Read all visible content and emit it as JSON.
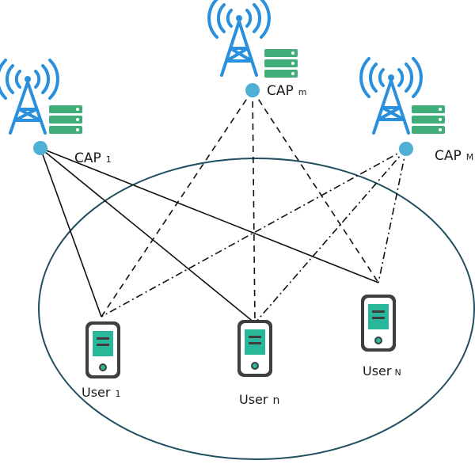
{
  "colors": {
    "tower": "#2a8fdc",
    "server": "#3fae78",
    "node": "#4fb0d6",
    "coverage": "#1f4e5f",
    "phone_body": "#3f3f3f",
    "phone_screen": "#2ab89a",
    "line": "#111111"
  },
  "caps": [
    {
      "id": "cap1",
      "label": "CAP",
      "sub": "1"
    },
    {
      "id": "capm",
      "label": "CAP",
      "sub": "m"
    },
    {
      "id": "capM",
      "label": "CAP",
      "sub": "M"
    }
  ],
  "users": [
    {
      "id": "user1",
      "label": "User",
      "sub": "1"
    },
    {
      "id": "usern",
      "label": "User",
      "sub": "n"
    },
    {
      "id": "userN",
      "label": "User",
      "sub": "N"
    }
  ],
  "links": [
    {
      "from": "cap1",
      "to": "user1",
      "style": "solid"
    },
    {
      "from": "cap1",
      "to": "usern",
      "style": "solid"
    },
    {
      "from": "cap1",
      "to": "userN",
      "style": "solid"
    },
    {
      "from": "capm",
      "to": "user1",
      "style": "dashed"
    },
    {
      "from": "capm",
      "to": "usern",
      "style": "dashed"
    },
    {
      "from": "capm",
      "to": "userN",
      "style": "dashed"
    },
    {
      "from": "capM",
      "to": "user1",
      "style": "dashdot"
    },
    {
      "from": "capM",
      "to": "usern",
      "style": "dashdot"
    },
    {
      "from": "capM",
      "to": "userN",
      "style": "dashdot"
    }
  ]
}
